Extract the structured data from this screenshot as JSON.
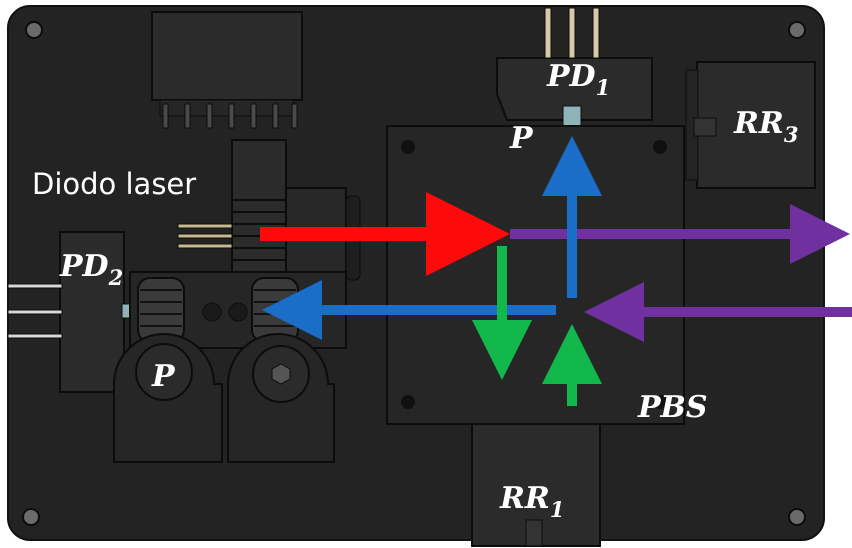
{
  "labels": {
    "pd1": {
      "main": "PD",
      "sub": "1"
    },
    "pd2": {
      "main": "PD",
      "sub": "2"
    },
    "rr1": {
      "main": "RR",
      "sub": "1"
    },
    "rr3": {
      "main": "RR",
      "sub": "3"
    },
    "polarizer_top": "P",
    "polarizer_left": "P",
    "pbs": "PBS",
    "laser": "Diodo laser"
  },
  "beam_colors": {
    "red": "#ff0a0a",
    "purple": "#7030a0",
    "blue": "#1a6ec8",
    "green": "#12b84c"
  },
  "body_colors": {
    "board": "#232323",
    "board_edge": "#111111",
    "component": "#2b2b2b",
    "component_edge": "#0c0c0c",
    "pin": "#bdbdbd"
  }
}
